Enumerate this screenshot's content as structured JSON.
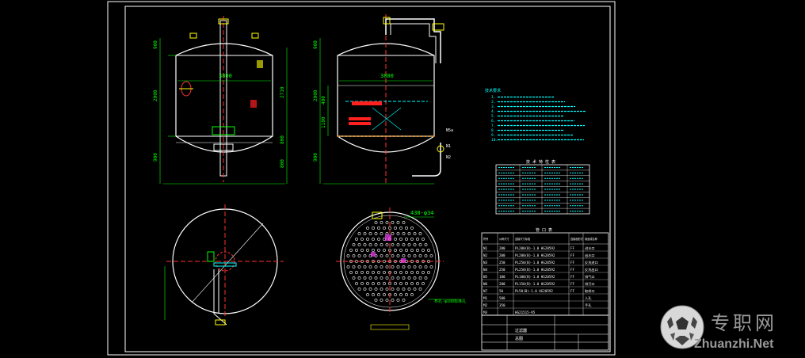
{
  "drawing": {
    "colors": {
      "background": "#000000",
      "frame": "#ffffff",
      "vessel": "#ffffff",
      "dimension": "#00ff00",
      "centerline": "#ff3030",
      "nozzle": "#ffff00",
      "text_cyan": "#00ffff",
      "red_fill": "#ff2020",
      "magenta": "#ff40ff"
    },
    "front_view": {
      "heights": [
        "900",
        "2000",
        "900"
      ],
      "diameter": "3800",
      "right_dims": [
        "2710",
        "800",
        "800"
      ]
    },
    "side_view": {
      "heights": [
        "900",
        "2000",
        "900"
      ],
      "diameter": "3800",
      "inner_dims": [
        "400",
        "1100"
      ],
      "nozzle_marks": [
        "N5a",
        "N1",
        "N2"
      ]
    },
    "plate_view": {
      "hole_label": "438-φ34",
      "caption_label": "布孔-φ108标准孔"
    },
    "notes": {
      "title": "技术要求",
      "lines": [
        "1.",
        "2.",
        "3.",
        "4.",
        "5.",
        "6.",
        "7.",
        "8.",
        "9.",
        "10."
      ]
    },
    "spec_table": {
      "title": "技 术 特 性 表",
      "rows": 9
    },
    "nozzle_table": {
      "title": "管 口 表",
      "headers": [
        "符号",
        "公称尺寸",
        "连接尺寸标准",
        "连接面形式",
        "用途或名称"
      ],
      "rows": [
        {
          "id": "N1",
          "dn": "200",
          "std": "PL200(B)-1.0 HG20592",
          "face": "FF",
          "use": "进水口"
        },
        {
          "id": "N2",
          "dn": "200",
          "std": "PL200(B)-1.0 HG20592",
          "face": "FF",
          "use": "出水口"
        },
        {
          "id": "N3",
          "dn": "250",
          "std": "PL250(B)-1.0 HG20592",
          "face": "FF",
          "use": "反洗进口"
        },
        {
          "id": "N4",
          "dn": "250",
          "std": "PL250(B)-1.0 HG20592",
          "face": "FF",
          "use": "反洗出口"
        },
        {
          "id": "N5",
          "dn": "100",
          "std": "PL100(B)-1.0 HG20592",
          "face": "FF",
          "use": "排气口"
        },
        {
          "id": "N6",
          "dn": "200",
          "std": "PL150(B)-1.0 HG20592",
          "face": "FF",
          "use": "排污口"
        },
        {
          "id": "N7",
          "dn": "50",
          "std": "PL50(B)-1.0 HG20592",
          "face": "FF",
          "use": "取样口"
        },
        {
          "id": "M1",
          "dn": "500",
          "std": "",
          "face": "",
          "use": "人孔"
        },
        {
          "id": "M2",
          "dn": "350",
          "std": "",
          "face": "",
          "use": "手孔"
        },
        {
          "id": "M3",
          "dn": "",
          "std": "HG21515-95",
          "face": "",
          "use": ""
        }
      ]
    },
    "title_block": {
      "name": "过滤器",
      "sub": "总图"
    }
  },
  "watermark": {
    "text_cn": "专职网",
    "text_en": "Zhuanzhi.Net",
    "logo_icon": "soccer-ball-icon"
  }
}
